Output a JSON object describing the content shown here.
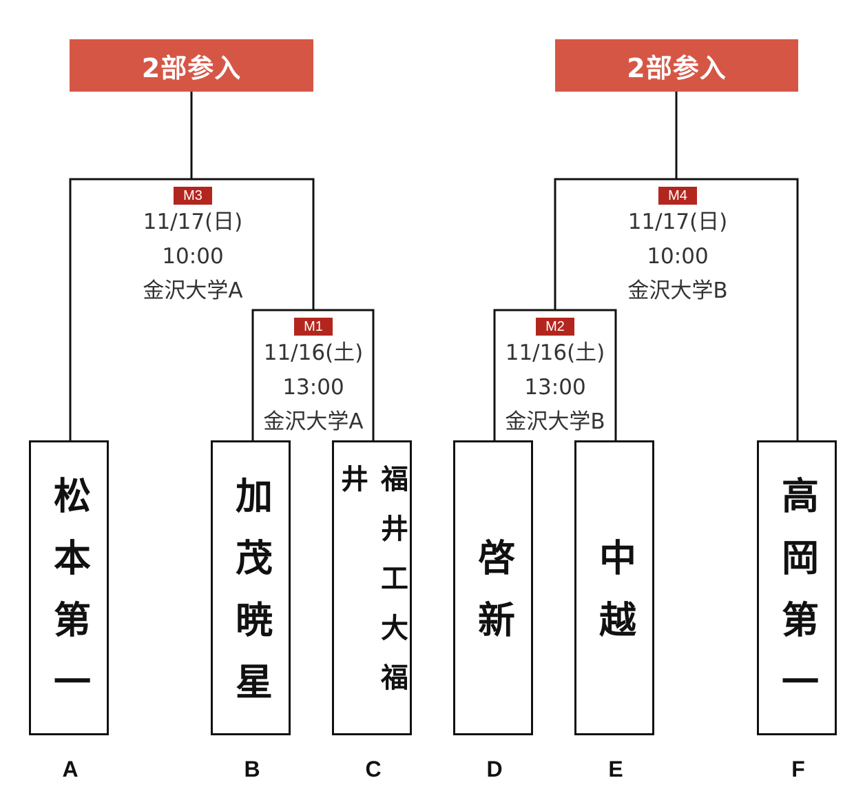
{
  "banners": {
    "left": "2部参入",
    "right": "2部参入"
  },
  "matches": {
    "m1": {
      "id": "M1",
      "date": "11/16(土)",
      "time": "13:00",
      "venue": "金沢大学A"
    },
    "m2": {
      "id": "M2",
      "date": "11/16(土)",
      "time": "13:00",
      "venue": "金沢大学B"
    },
    "m3": {
      "id": "M3",
      "date": "11/17(日)",
      "time": "10:00",
      "venue": "金沢大学A"
    },
    "m4": {
      "id": "M4",
      "date": "11/17(日)",
      "time": "10:00",
      "venue": "金沢大学B"
    }
  },
  "teams": {
    "A": {
      "name": "松本第一",
      "slot": "A"
    },
    "B": {
      "name": "加茂暁星",
      "slot": "B"
    },
    "C": {
      "name": "福井工大福井",
      "slot": "C"
    },
    "D": {
      "name": "啓新",
      "slot": "D"
    },
    "E": {
      "name": "中越",
      "slot": "E"
    },
    "F": {
      "name": "高岡第一",
      "slot": "F"
    }
  },
  "colors": {
    "banner": "#d65646",
    "badge": "#b3261e",
    "line": "#111111"
  }
}
